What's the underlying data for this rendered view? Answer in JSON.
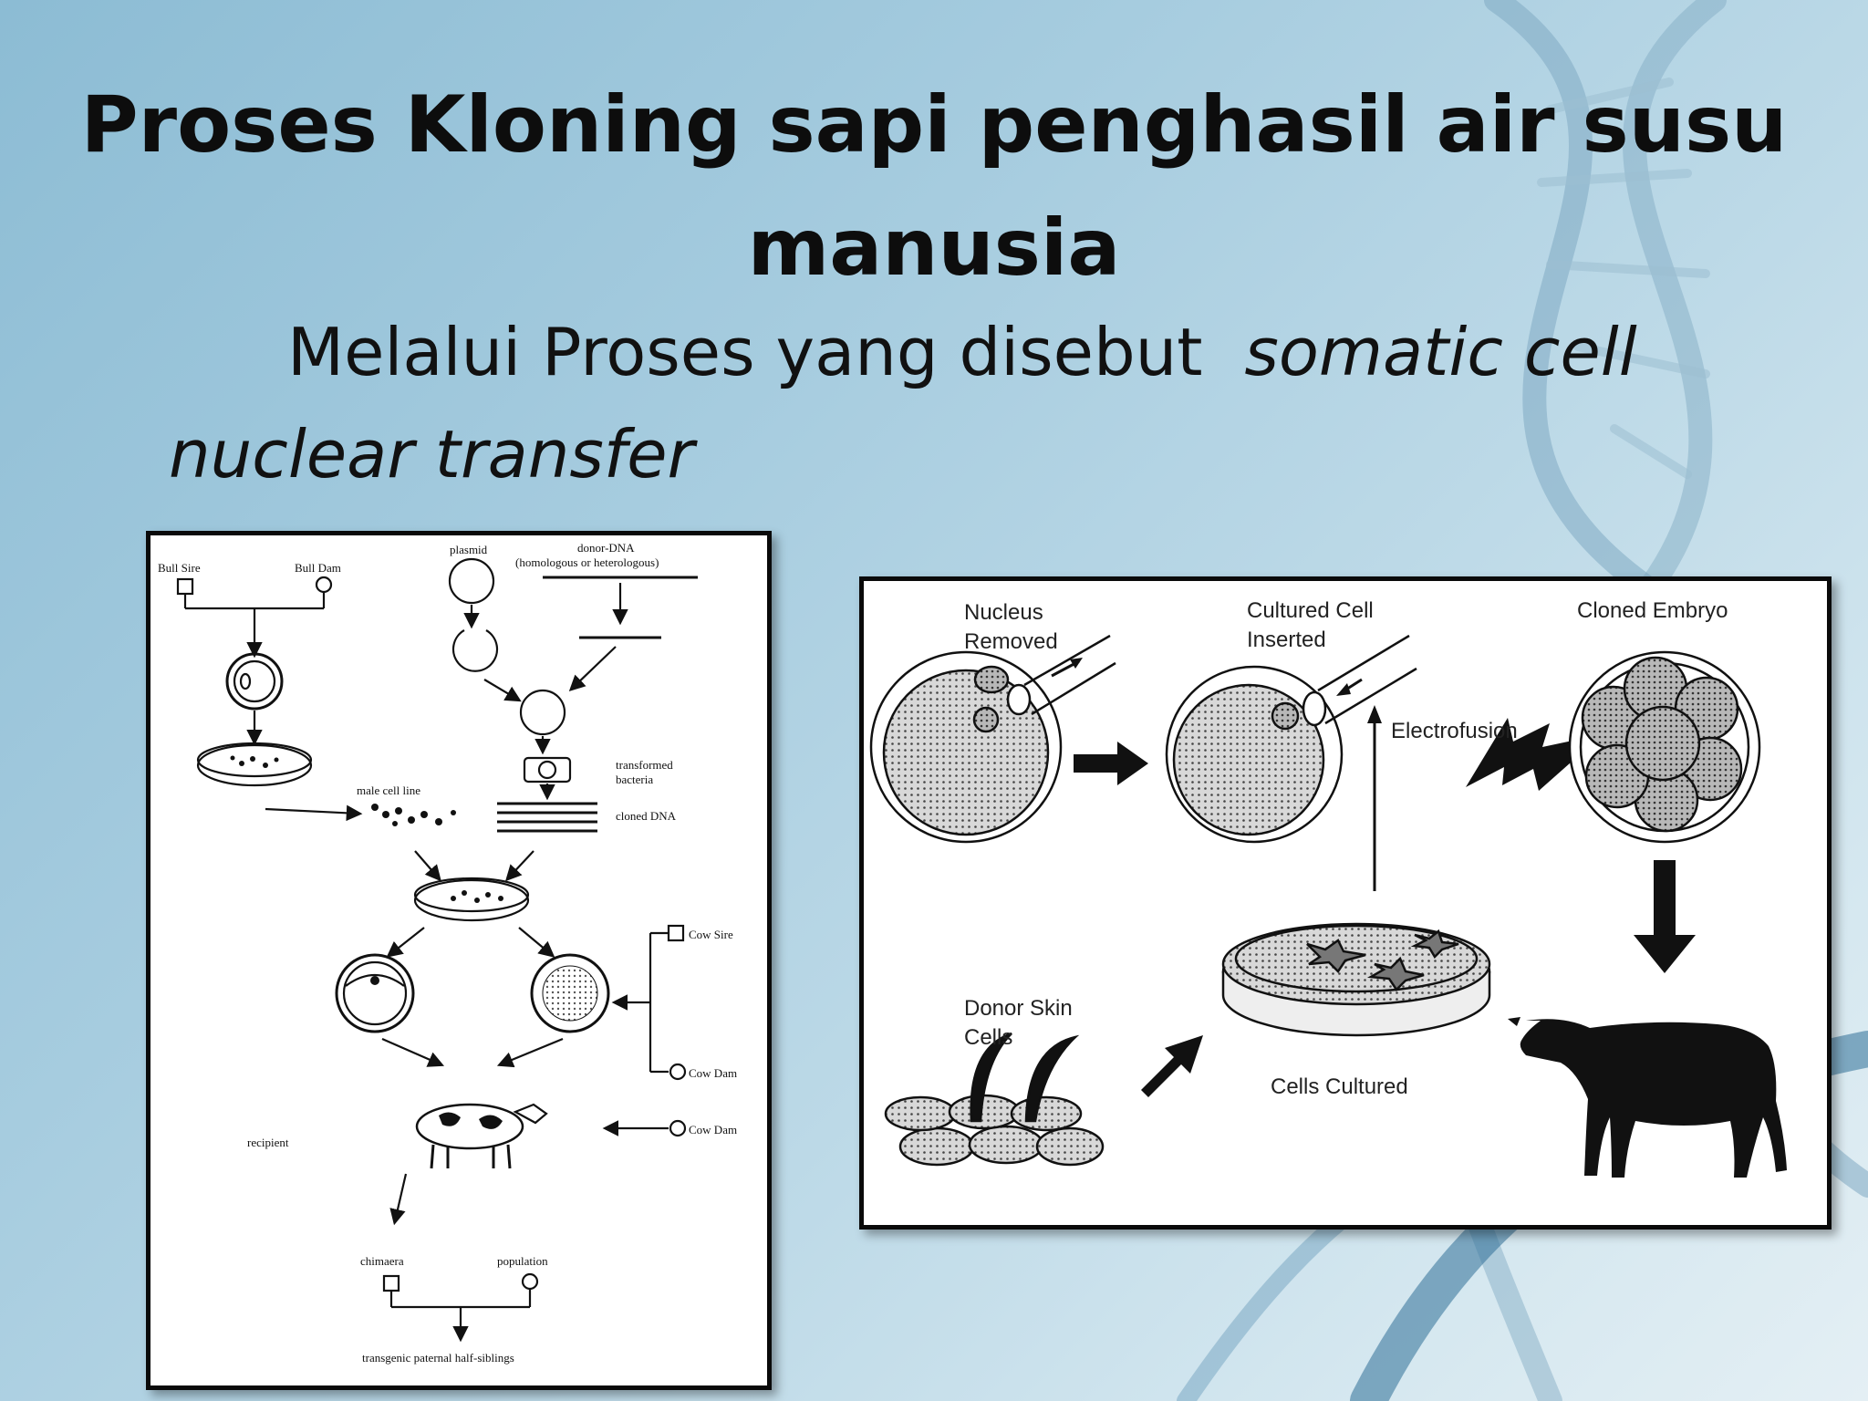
{
  "title": "Proses Kloning sapi penghasil air susu manusia",
  "subtitle": {
    "prefix": "Melalui Proses yang disebut",
    "emphasis": "somatic cell nuclear transfer"
  },
  "left_diagram": {
    "labels": {
      "bull_sire": "Bull Sire",
      "bull_dam": "Bull Dam",
      "plasmid": "plasmid",
      "donor_dna": "donor-DNA",
      "donor_dna_note": "(homologous or heterologous)",
      "transformed": "transformed",
      "bacteria": "bacteria",
      "male_cell_line": "male cell line",
      "cloned_dna": "cloned DNA",
      "cow_sire": "Cow Sire",
      "cow_dam_1": "Cow Dam",
      "cow_dam_2": "Cow Dam",
      "recipient": "recipient",
      "chimaera": "chimaera",
      "population": "population",
      "half_siblings": "transgenic paternal half-siblings"
    }
  },
  "right_diagram": {
    "labels": {
      "nucleus_1": "Nucleus",
      "nucleus_2": "Removed",
      "cultured_1": "Cultured Cell",
      "cultured_2": "Inserted",
      "cloned_embryo": "Cloned Embryo",
      "electrofusion": "Electrofusion",
      "donor_1": "Donor Skin",
      "donor_2": "Cells",
      "cells_cultured": "Cells Cultured"
    }
  }
}
